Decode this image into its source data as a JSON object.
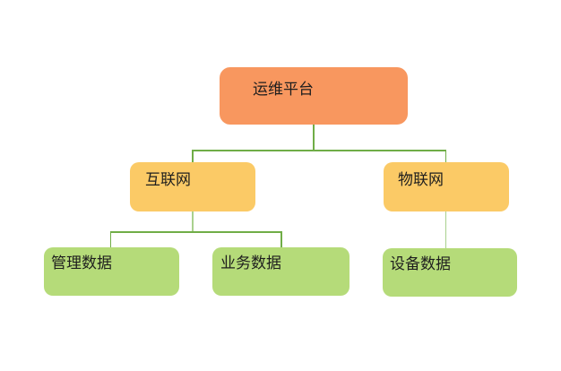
{
  "diagram": {
    "type": "tree",
    "nodes": {
      "root": {
        "label": "运维平台",
        "level": 1
      },
      "internet": {
        "label": "互联网",
        "level": 2
      },
      "iot": {
        "label": "物联网",
        "level": 2
      },
      "mgmt": {
        "label": "管理数据",
        "level": 3
      },
      "biz": {
        "label": "业务数据",
        "level": 3
      },
      "device": {
        "label": "设备数据",
        "level": 3
      }
    },
    "edges": [
      {
        "from": "运维平台",
        "to": "互联网"
      },
      {
        "from": "运维平台",
        "to": "物联网"
      },
      {
        "from": "互联网",
        "to": "管理数据"
      },
      {
        "from": "互联网",
        "to": "业务数据"
      },
      {
        "from": "物联网",
        "to": "设备数据"
      }
    ],
    "colors": {
      "background": "#ffffff",
      "root_fill": "#f8975f",
      "level2_fill": "#fbca66",
      "level3_fill": "#b5db79",
      "connector_dark": "#70ad47",
      "connector_light": "#a9d18e",
      "text": "#1e1e1e"
    }
  }
}
